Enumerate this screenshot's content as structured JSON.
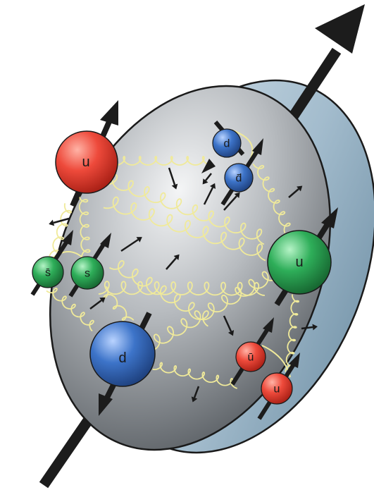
{
  "diagram": {
    "quarks": [
      {
        "label": "u",
        "color": "#e8473a",
        "flavor": "up"
      },
      {
        "label": "d",
        "color": "#3b74c6",
        "flavor": "down"
      },
      {
        "label": "d̄",
        "color": "#3b74c6",
        "flavor": "anti-down"
      },
      {
        "label": "u",
        "color": "#2fae5a",
        "flavor": "up"
      },
      {
        "label": "s̄",
        "color": "#2fae5a",
        "flavor": "anti-strange"
      },
      {
        "label": "s",
        "color": "#2fae5a",
        "flavor": "strange"
      },
      {
        "label": "d",
        "color": "#3b74c6",
        "flavor": "down"
      },
      {
        "label": "ū",
        "color": "#e8473a",
        "flavor": "anti-up"
      },
      {
        "label": "u",
        "color": "#e8473a",
        "flavor": "up"
      }
    ],
    "colors": {
      "disk_face": "#8e9398",
      "disk_rim": "#9fb6c6",
      "gluon": "#f0ea9a",
      "spin_arrow": "#1a1a1a"
    }
  }
}
